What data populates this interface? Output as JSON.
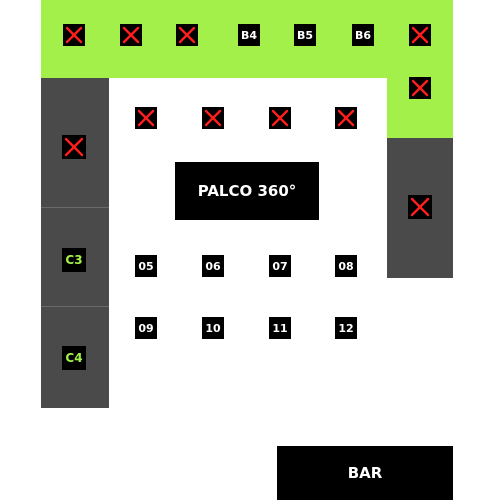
{
  "stage": {
    "label": "PALCO 360°"
  },
  "bar": {
    "label": "BAR"
  },
  "colors": {
    "accent": "#a3f04a",
    "zone": "#4a4a4a",
    "unavailable": "#ff1e1e"
  },
  "seats": {
    "b4": {
      "label": "B4"
    },
    "b5": {
      "label": "B5"
    },
    "b6": {
      "label": "B6"
    },
    "c3": {
      "label": "C3"
    },
    "c4": {
      "label": "C4"
    },
    "t05": {
      "label": "05"
    },
    "t06": {
      "label": "06"
    },
    "t07": {
      "label": "07"
    },
    "t08": {
      "label": "08"
    },
    "t09": {
      "label": "09"
    },
    "t10": {
      "label": "10"
    },
    "t11": {
      "label": "11"
    },
    "t12": {
      "label": "12"
    }
  }
}
